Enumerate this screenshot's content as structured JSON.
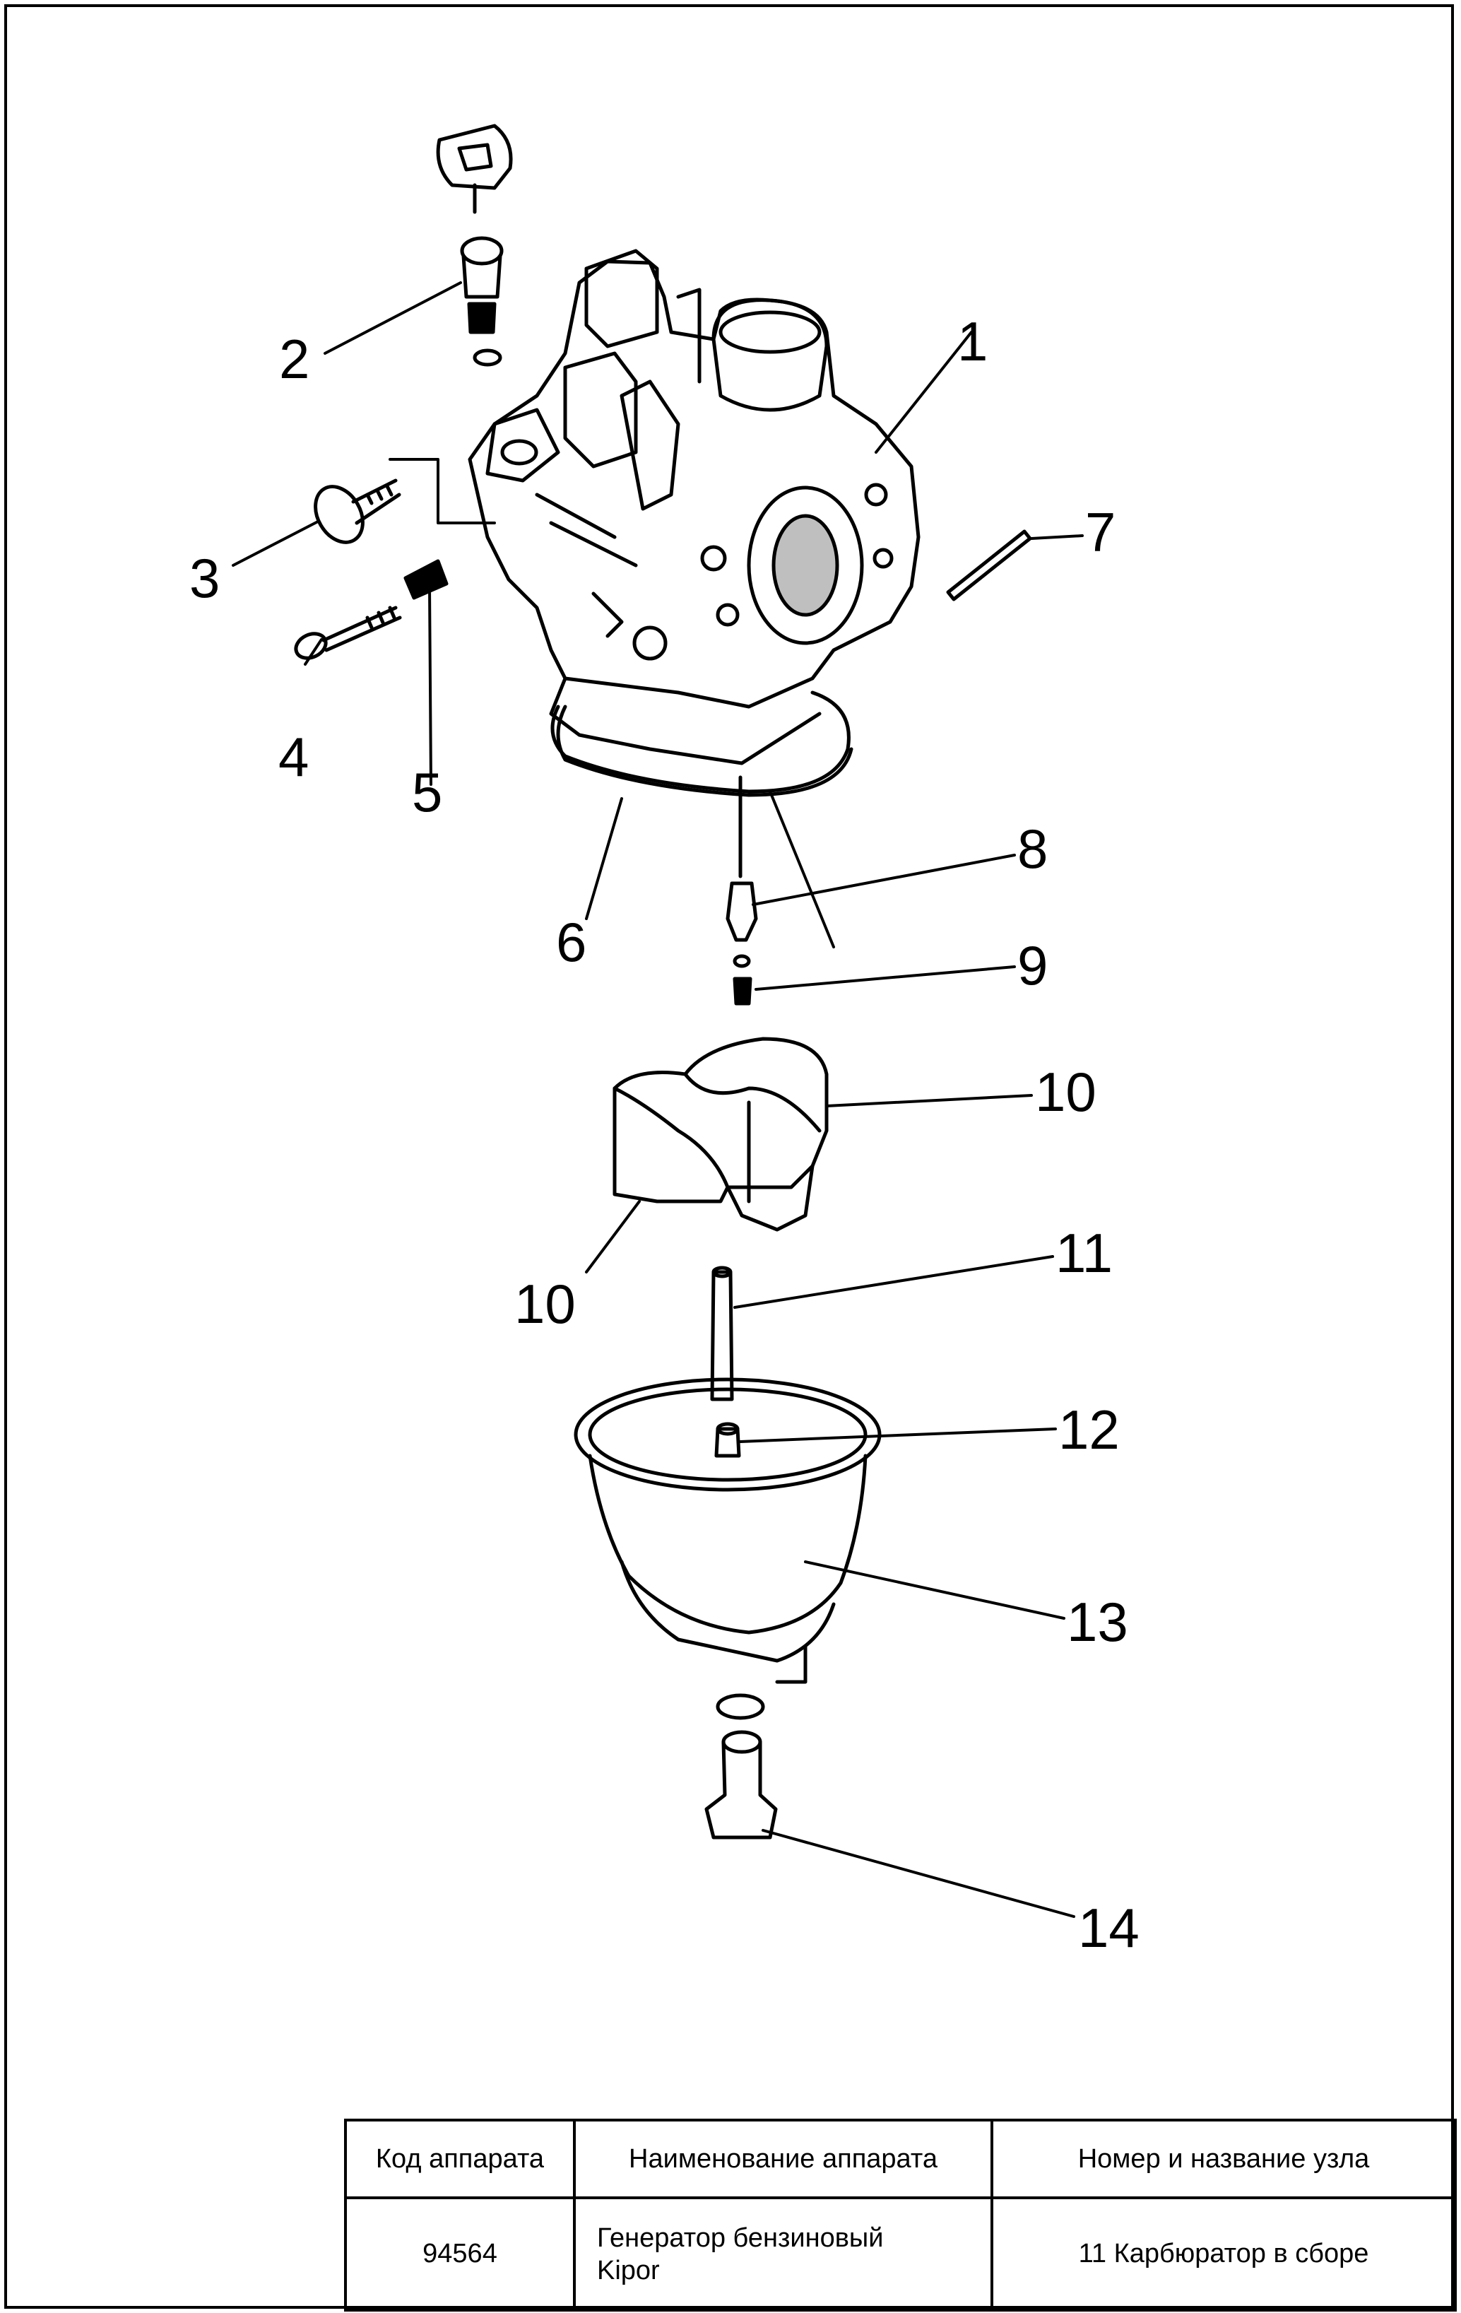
{
  "callouts": [
    "1",
    "2",
    "3",
    "4",
    "5",
    "6",
    "7",
    "8",
    "9",
    "10",
    "10",
    "11",
    "12",
    "13",
    "14"
  ],
  "title_block": {
    "headers": [
      "Код аппарата",
      "Наименование аппарата",
      "Номер и название узла"
    ],
    "row": {
      "code": "94564",
      "name_line1": "Генератор бензиновый",
      "name_line2": "Kipor",
      "assembly": "11 Карбюратор в сборе"
    }
  }
}
